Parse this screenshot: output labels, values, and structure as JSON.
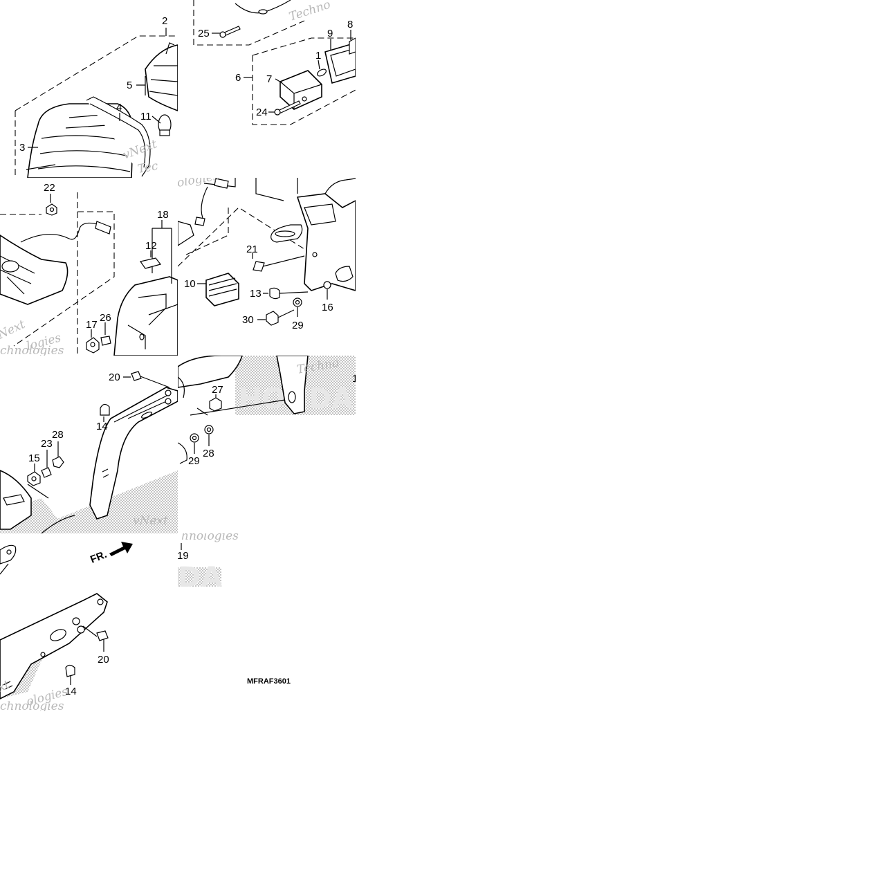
{
  "diagram": {
    "code": "MFRAF3601",
    "front_mark": "FR.",
    "watermark_parts": [
      "vNext",
      "Techno",
      "logies",
      "Technologies",
      "chnologies",
      "HONDA"
    ],
    "callouts_tile_1": [
      "2",
      "5",
      "4",
      "11",
      "3"
    ],
    "callouts_tile_2": [
      "25",
      "9",
      "8",
      "1",
      "6",
      "7",
      "24"
    ],
    "callouts_tile_3": [
      "22",
      "18",
      "12",
      "17",
      "26"
    ],
    "callouts_tile_4": [
      "21",
      "10",
      "13",
      "16",
      "30",
      "29"
    ],
    "callouts_tile_5": [
      "20",
      "14",
      "28",
      "23",
      "15"
    ],
    "callouts_tile_6": [
      "27",
      "1",
      "29",
      "28"
    ],
    "callouts_tile_7": [
      "19"
    ],
    "callouts_tile_8": [
      "20",
      "14"
    ]
  }
}
